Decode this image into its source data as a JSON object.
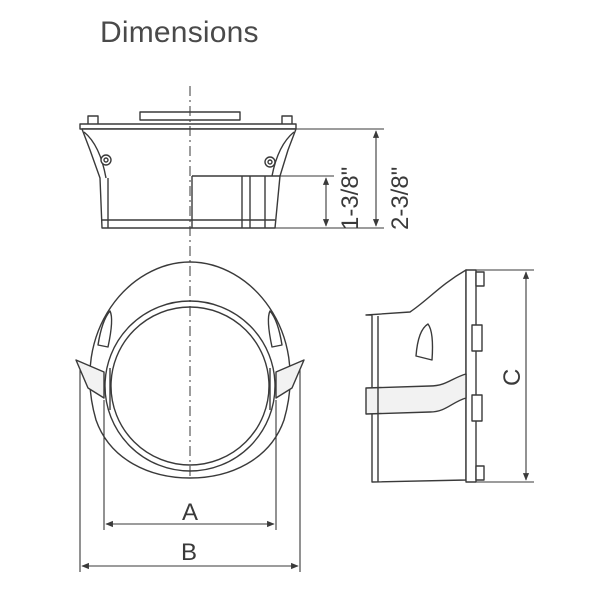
{
  "title": "Dimensions",
  "labels": {
    "height_inner": "1-3/8\"",
    "height_outer": "2-3/8\"",
    "width_a": "A",
    "width_b": "B",
    "height_c": "C"
  },
  "colors": {
    "line": "#3a3a3a",
    "fill": "#ffffff",
    "shade": "#f2f2f2"
  }
}
